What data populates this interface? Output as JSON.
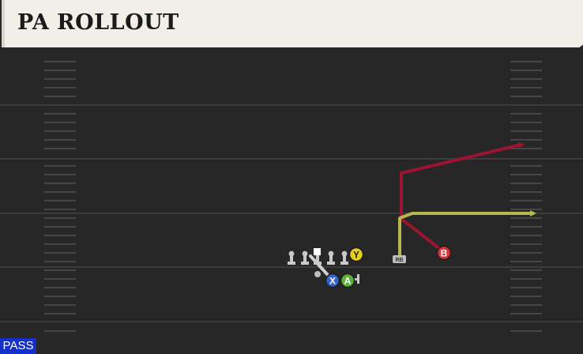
{
  "play": {
    "title": "PA ROLLOUT",
    "play_type_badge": "PASS"
  },
  "field": {
    "background_color": "#272727",
    "yard_line_color": "#3c3c3c",
    "hash_color": "#505050",
    "yard_line_count": 5
  },
  "route_colors": {
    "primary_red": "#9c1430",
    "yellow": "#b5b84e",
    "slant_gray": "#cfcfcf"
  },
  "receivers": [
    {
      "id": "Y",
      "label": "Y",
      "button_color": "#e7cf1d",
      "icon": "y-button-icon"
    },
    {
      "id": "X",
      "label": "X",
      "button_color": "#3363c7",
      "icon": "x-button-icon"
    },
    {
      "id": "A",
      "label": "A",
      "button_color": "#58b336",
      "icon": "a-button-icon"
    },
    {
      "id": "B",
      "label": "B",
      "button_color": "#d9333a",
      "icon": "b-button-icon"
    }
  ],
  "backfield": {
    "rb_label": "RB"
  }
}
